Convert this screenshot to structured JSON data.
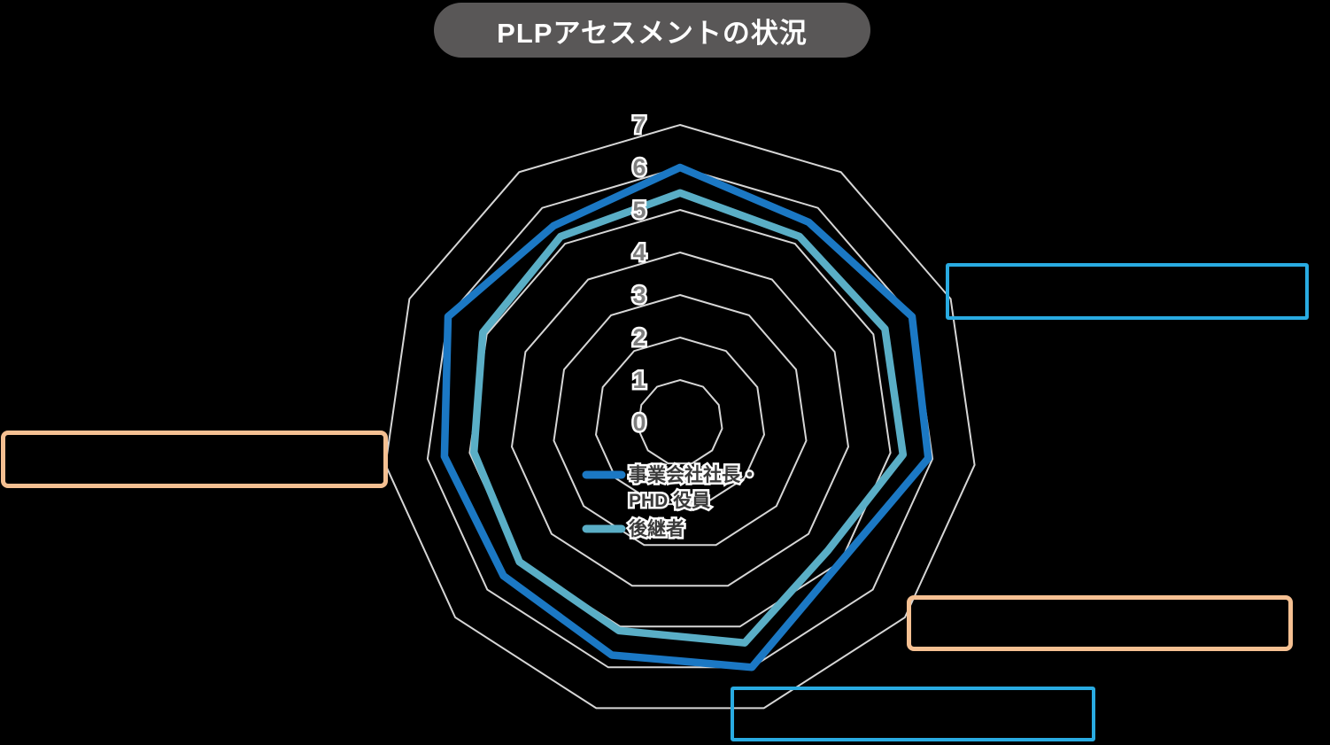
{
  "title": {
    "text": "PLPアセスメントの状況",
    "bg_color": "#595757",
    "text_color": "#FFFFFF"
  },
  "chart_data": {
    "type": "radar",
    "axes_count": 11,
    "ring_min": 0,
    "ring_max": 7,
    "tick_labels": [
      "0",
      "1",
      "2",
      "3",
      "4",
      "5",
      "6",
      "7"
    ],
    "grid_color": "#D6D6D6",
    "tick_color": "#7D7D7D",
    "legend_text_color": "#3A3A3A",
    "series": [
      {
        "name": "事業会社社長・PHD 役員",
        "legend_lines": [
          "事業会社社長・",
          "PHD 役員"
        ],
        "color": "#1B78C4",
        "values": [
          6.0,
          5.6,
          6.0,
          5.9,
          5.0,
          6.0,
          5.7,
          5.5,
          5.6,
          6.0,
          5.5
        ]
      },
      {
        "name": "後継者",
        "legend_lines": [
          "後継者"
        ],
        "color": "#5AAEC6",
        "values": [
          5.4,
          5.2,
          5.3,
          5.3,
          4.6,
          5.4,
          5.1,
          5.0,
          4.9,
          5.1,
          5.2
        ]
      }
    ],
    "legend_position": "center",
    "grid": "concentric-polygons-no-spokes"
  },
  "callouts": [
    {
      "id": "co-right-top",
      "position": "right-top",
      "border_color": "#29ABE2",
      "style": "sharp"
    },
    {
      "id": "co-left",
      "position": "left-middle",
      "border_color": "#F5C092",
      "style": "round"
    },
    {
      "id": "co-right-bottom",
      "position": "right-bottom",
      "border_color": "#F5C092",
      "style": "round"
    },
    {
      "id": "co-bottom",
      "position": "bottom-center",
      "border_color": "#29ABE2",
      "style": "sharp"
    }
  ]
}
